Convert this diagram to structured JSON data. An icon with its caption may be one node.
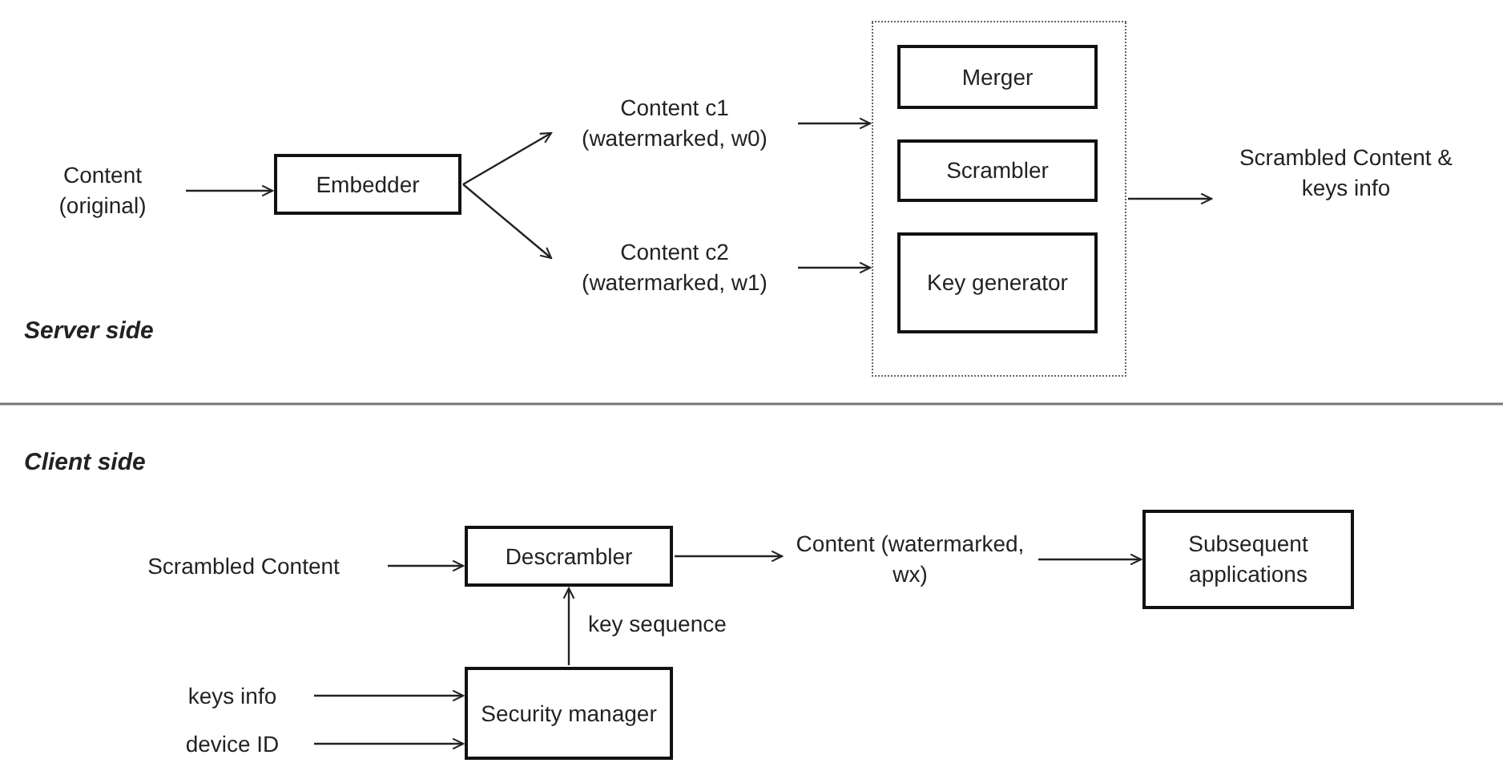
{
  "diagram": {
    "nodes": [
      {
        "text": [
          "Content (original)"
        ]
      },
      {
        "text": [
          "Embedder"
        ]
      },
      {
        "text": [
          "Content c1 (watermarked, w0)"
        ]
      },
      {
        "text": [
          "Content c2 (watermarked, w1)"
        ]
      },
      {
        "text": [],
        "shape": "box"
      },
      {
        "text": [
          "Merger"
        ],
        "in": 4
      },
      {
        "text": [
          "Scrambler"
        ],
        "in": 4
      },
      {
        "text": [
          "Key generator"
        ],
        "in": 4
      },
      {
        "text": [
          "Scrambled Content & keys info"
        ]
      },
      {
        "text": [
          "Scrambled Content"
        ]
      },
      {
        "text": [
          "Descrambler"
        ]
      },
      {
        "text": [
          "Content (watermarked, wx)"
        ]
      },
      {
        "text": [
          "Subsequent applications"
        ]
      },
      {
        "text": [
          "keys info"
        ]
      },
      {
        "text": [
          "Security manager"
        ]
      },
      {
        "text": [
          "device ID"
        ]
      }
    ],
    "edges": [
      {
        "from": 0,
        "to": 1,
        "arrow": "to"
      },
      {
        "from": 1,
        "to": 2,
        "arrow": "to"
      },
      {
        "from": 1,
        "to": 3,
        "arrow": "to"
      },
      {
        "from": 2,
        "to": 4,
        "arrow": "to"
      },
      {
        "from": 3,
        "to": 4,
        "arrow": "to"
      },
      {
        "from": 4,
        "to": 8,
        "arrow": "to"
      },
      {
        "from": 9,
        "to": 10,
        "arrow": "to"
      },
      {
        "from": 10,
        "to": 11,
        "arrow": "to"
      },
      {
        "from": 11,
        "to": 12,
        "arrow": "to"
      },
      {
        "from": 14,
        "to": 10,
        "label": "key sequence",
        "arrow": "to"
      },
      {
        "from": 13,
        "to": 14,
        "arrow": "to"
      },
      {
        "from": 15,
        "to": 14,
        "arrow": "to"
      }
    ],
    "labels": [
      "Server side",
      "Client side"
    ]
  }
}
